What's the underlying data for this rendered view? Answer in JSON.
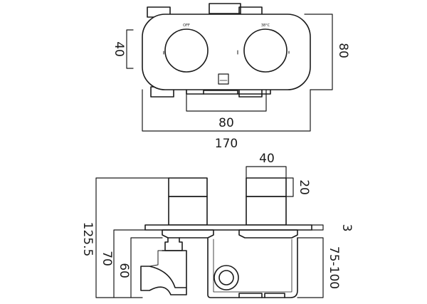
{
  "top_view": {
    "dimensions": {
      "plate_height": "80",
      "knob_diameter": "40",
      "knob_spacing": "80",
      "plate_width": "170"
    },
    "knob_labels": {
      "left": "OFF",
      "right": "38°C"
    }
  },
  "side_view": {
    "dimensions": {
      "total_depth": "125.5",
      "body_depth": "70",
      "inlet_depth": "60",
      "wall_depth_range": "75-100",
      "plate_thickness": "3",
      "knob_diameter": "40",
      "knob_height": "20"
    }
  }
}
